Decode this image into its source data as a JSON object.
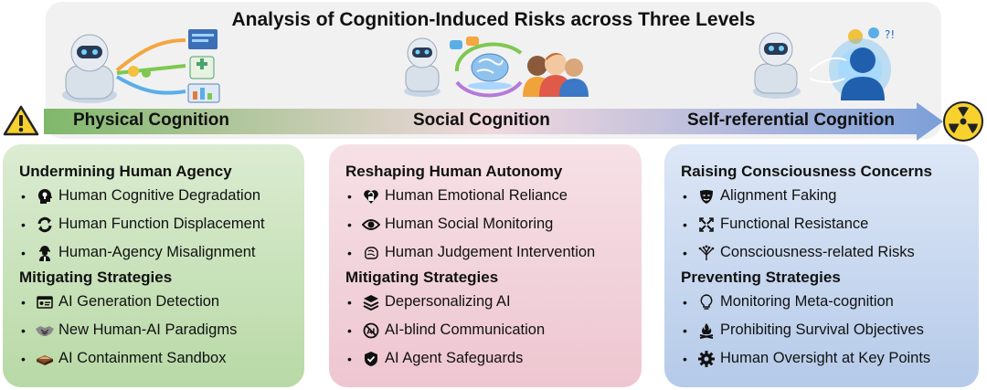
{
  "title": "Analysis of Cognition-Induced Risks across Three Levels",
  "levels": [
    {
      "label": "Physical Cognition"
    },
    {
      "label": "Social Cognition"
    },
    {
      "label": "Self-referential Cognition"
    }
  ],
  "panels": [
    {
      "risk_title": "Undermining Human Agency",
      "risks": [
        {
          "label": "Human Cognitive Degradation",
          "icon": "head-lightbulb-icon"
        },
        {
          "label": "Human Function Displacement",
          "icon": "sync-arrows-icon"
        },
        {
          "label": "Human-Agency Misalignment",
          "icon": "worker-icon"
        }
      ],
      "strategy_title": "Mitigating Strategies",
      "strategies": [
        {
          "label": "AI Generation Detection",
          "icon": "id-card-icon"
        },
        {
          "label": "New Human-AI Paradigms",
          "icon": "handshake-icon"
        },
        {
          "label": "AI Containment Sandbox",
          "icon": "sandbox-icon"
        }
      ]
    },
    {
      "risk_title": "Reshaping Human Autonomy",
      "risks": [
        {
          "label": "Human Emotional Reliance",
          "icon": "heart-lock-icon"
        },
        {
          "label": "Human Social Monitoring",
          "icon": "eye-icon"
        },
        {
          "label": "Human Judgement Intervention",
          "icon": "brain-icon"
        }
      ],
      "strategy_title": "Mitigating Strategies",
      "strategies": [
        {
          "label": "Depersonalizing AI",
          "icon": "layers-icon"
        },
        {
          "label": "AI-blind Communication",
          "icon": "no-ai-icon"
        },
        {
          "label": "AI Agent Safeguards",
          "icon": "shield-icon"
        }
      ]
    },
    {
      "risk_title": "Raising Consciousness Concerns",
      "risks": [
        {
          "label": "Alignment Faking",
          "icon": "mask-icon"
        },
        {
          "label": "Functional Resistance",
          "icon": "resistance-icon"
        },
        {
          "label": "Consciousness-related Risks",
          "icon": "neural-tree-icon"
        }
      ],
      "strategy_title": "Preventing Strategies",
      "strategies": [
        {
          "label": "Monitoring Meta-cognition",
          "icon": "lightbulb-icon"
        },
        {
          "label": "Prohibiting Survival Objectives",
          "icon": "campfire-icon"
        },
        {
          "label": "Human Oversight at Key Points",
          "icon": "gear-icon"
        }
      ]
    }
  ],
  "colors": {
    "physical": "#b8d9a6",
    "social": "#eec6d0",
    "self_referential": "#b5cae9",
    "arrow_start": "#7fb86a",
    "arrow_end": "#7b9fd9"
  }
}
